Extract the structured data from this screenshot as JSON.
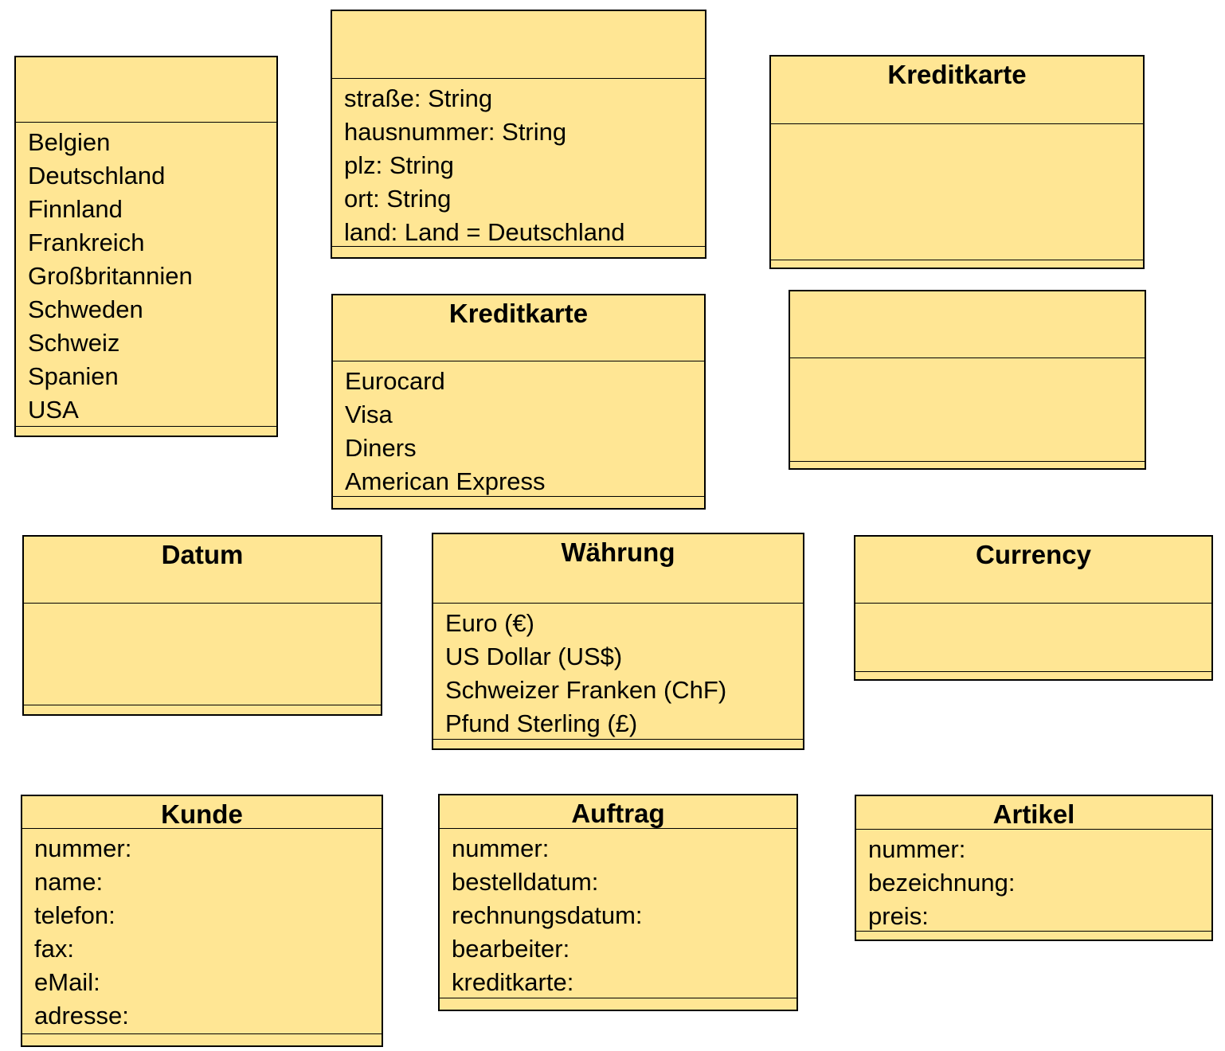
{
  "diagram": {
    "type": "uml-class-diagram",
    "colors": {
      "page_background": "#ffffff",
      "node_fill": "#ffe694",
      "node_border": "#000000",
      "text_color": "#000000"
    }
  },
  "boxes": [
    {
      "id": "land-values",
      "title": "",
      "items": [
        "Belgien",
        "Deutschland",
        "Finnland",
        "Frankreich",
        "Großbritannien",
        "Schweden",
        "Schweiz",
        "Spanien",
        "USA"
      ]
    },
    {
      "id": "adresse-attributes",
      "title": "",
      "items": [
        "straße: String",
        "hausnummer: String",
        "plz: String",
        "ort: String",
        "land: Land = Deutschland"
      ]
    },
    {
      "id": "kreditkarte-class",
      "title": "Kreditkarte",
      "items": []
    },
    {
      "id": "kreditkarte-values",
      "title": "Kreditkarte",
      "items": [
        "Eurocard",
        "Visa",
        "Diners",
        "American Express"
      ]
    },
    {
      "id": "unnamed-class",
      "title": "",
      "items": []
    },
    {
      "id": "datum-class",
      "title": "Datum",
      "items": []
    },
    {
      "id": "waehrung-values",
      "title": "Währung",
      "items": [
        "Euro (€)",
        "US Dollar (US$)",
        "Schweizer Franken (ChF)",
        "Pfund Sterling (£)"
      ]
    },
    {
      "id": "currency-class",
      "title": "Currency",
      "items": []
    },
    {
      "id": "kunde-class",
      "title": "Kunde",
      "items": [
        "nummer:",
        "name:",
        "telefon:",
        "fax:",
        "eMail:",
        "adresse:"
      ]
    },
    {
      "id": "auftrag-class",
      "title": "Auftrag",
      "items": [
        "nummer:",
        "bestelldatum:",
        "rechnungsdatum:",
        "bearbeiter:",
        "kreditkarte:"
      ]
    },
    {
      "id": "artikel-class",
      "title": "Artikel",
      "items": [
        "nummer:",
        "bezeichnung:",
        "preis:"
      ]
    }
  ]
}
